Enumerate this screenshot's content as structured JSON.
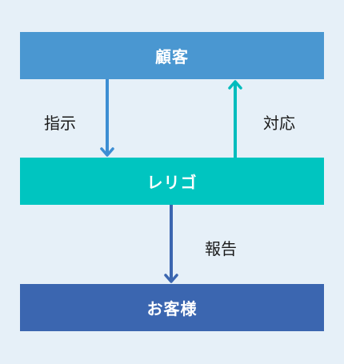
{
  "nodes": {
    "top": {
      "label": "顧客",
      "color": "#4a97d1"
    },
    "middle": {
      "label": "レリゴ",
      "color": "#00c5c0"
    },
    "bottom": {
      "label": "お客様",
      "color": "#3b66b0"
    }
  },
  "edges": {
    "top_to_middle": {
      "label": "指示",
      "color": "#3c8ed3"
    },
    "middle_to_top": {
      "label": "対応",
      "color": "#00bcbd"
    },
    "middle_to_bottom": {
      "label": "報告",
      "color": "#3b66b0"
    }
  }
}
